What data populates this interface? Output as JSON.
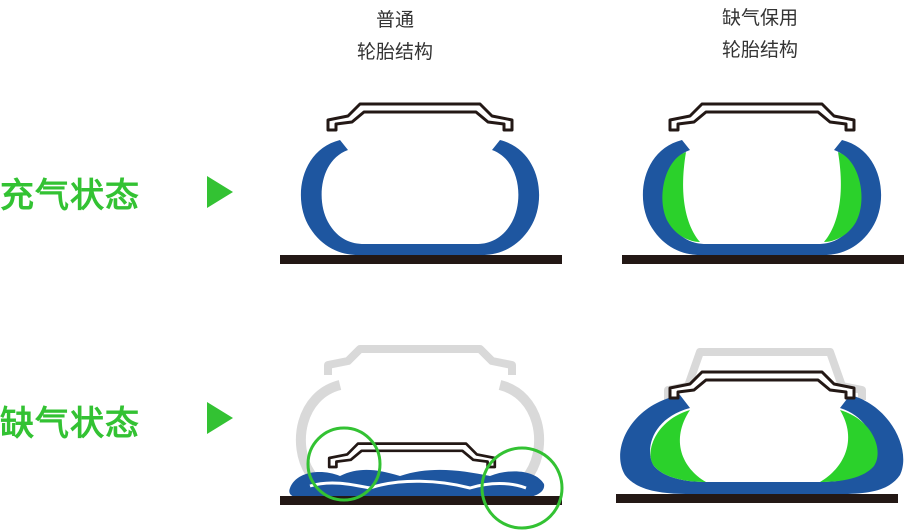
{
  "columns": [
    {
      "line1": "普通",
      "line2": "轮胎结构"
    },
    {
      "line1": "缺气保用",
      "line2": "轮胎结构"
    }
  ],
  "rows": [
    {
      "label": "充气状态"
    },
    {
      "label": "缺气状态"
    }
  ],
  "colors": {
    "tire_blue": "#1e56a0",
    "insert_green": "#2bd12b",
    "label_green": "#33c233",
    "ground": "#231815",
    "ghost_gray": "#d9d9d9"
  }
}
